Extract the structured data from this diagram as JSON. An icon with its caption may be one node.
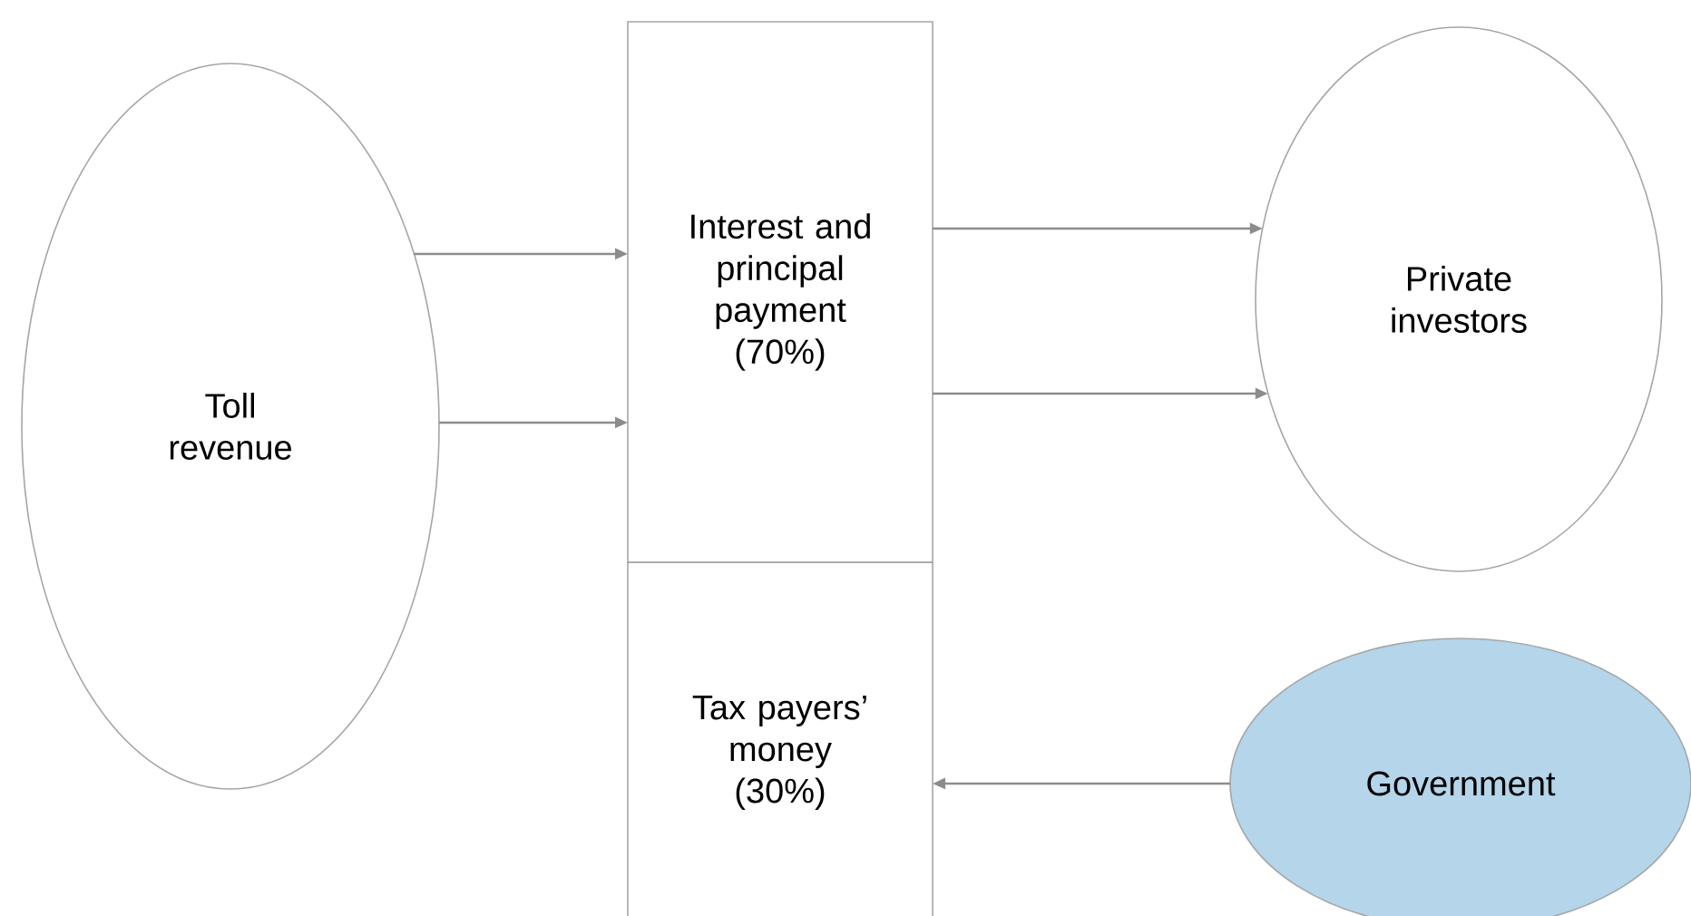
{
  "diagram": {
    "nodes": [
      {
        "text": [
          "Toll revenue"
        ]
      },
      {
        "text": [
          "Interest and principal payment (70%)"
        ]
      },
      {
        "text": [
          "Tax payers’ money (30%)"
        ]
      },
      {
        "text": [
          "Private investors"
        ]
      },
      {
        "text": [
          "Government"
        ]
      }
    ],
    "edges": [
      {
        "from": 0,
        "to": 1,
        "arrow": "to"
      },
      {
        "from": 0,
        "to": 1,
        "arrow": "to"
      },
      {
        "from": 1,
        "to": 3,
        "arrow": "to"
      },
      {
        "from": 1,
        "to": 3,
        "arrow": "to"
      },
      {
        "from": 4,
        "to": 2,
        "arrow": "to"
      }
    ]
  }
}
